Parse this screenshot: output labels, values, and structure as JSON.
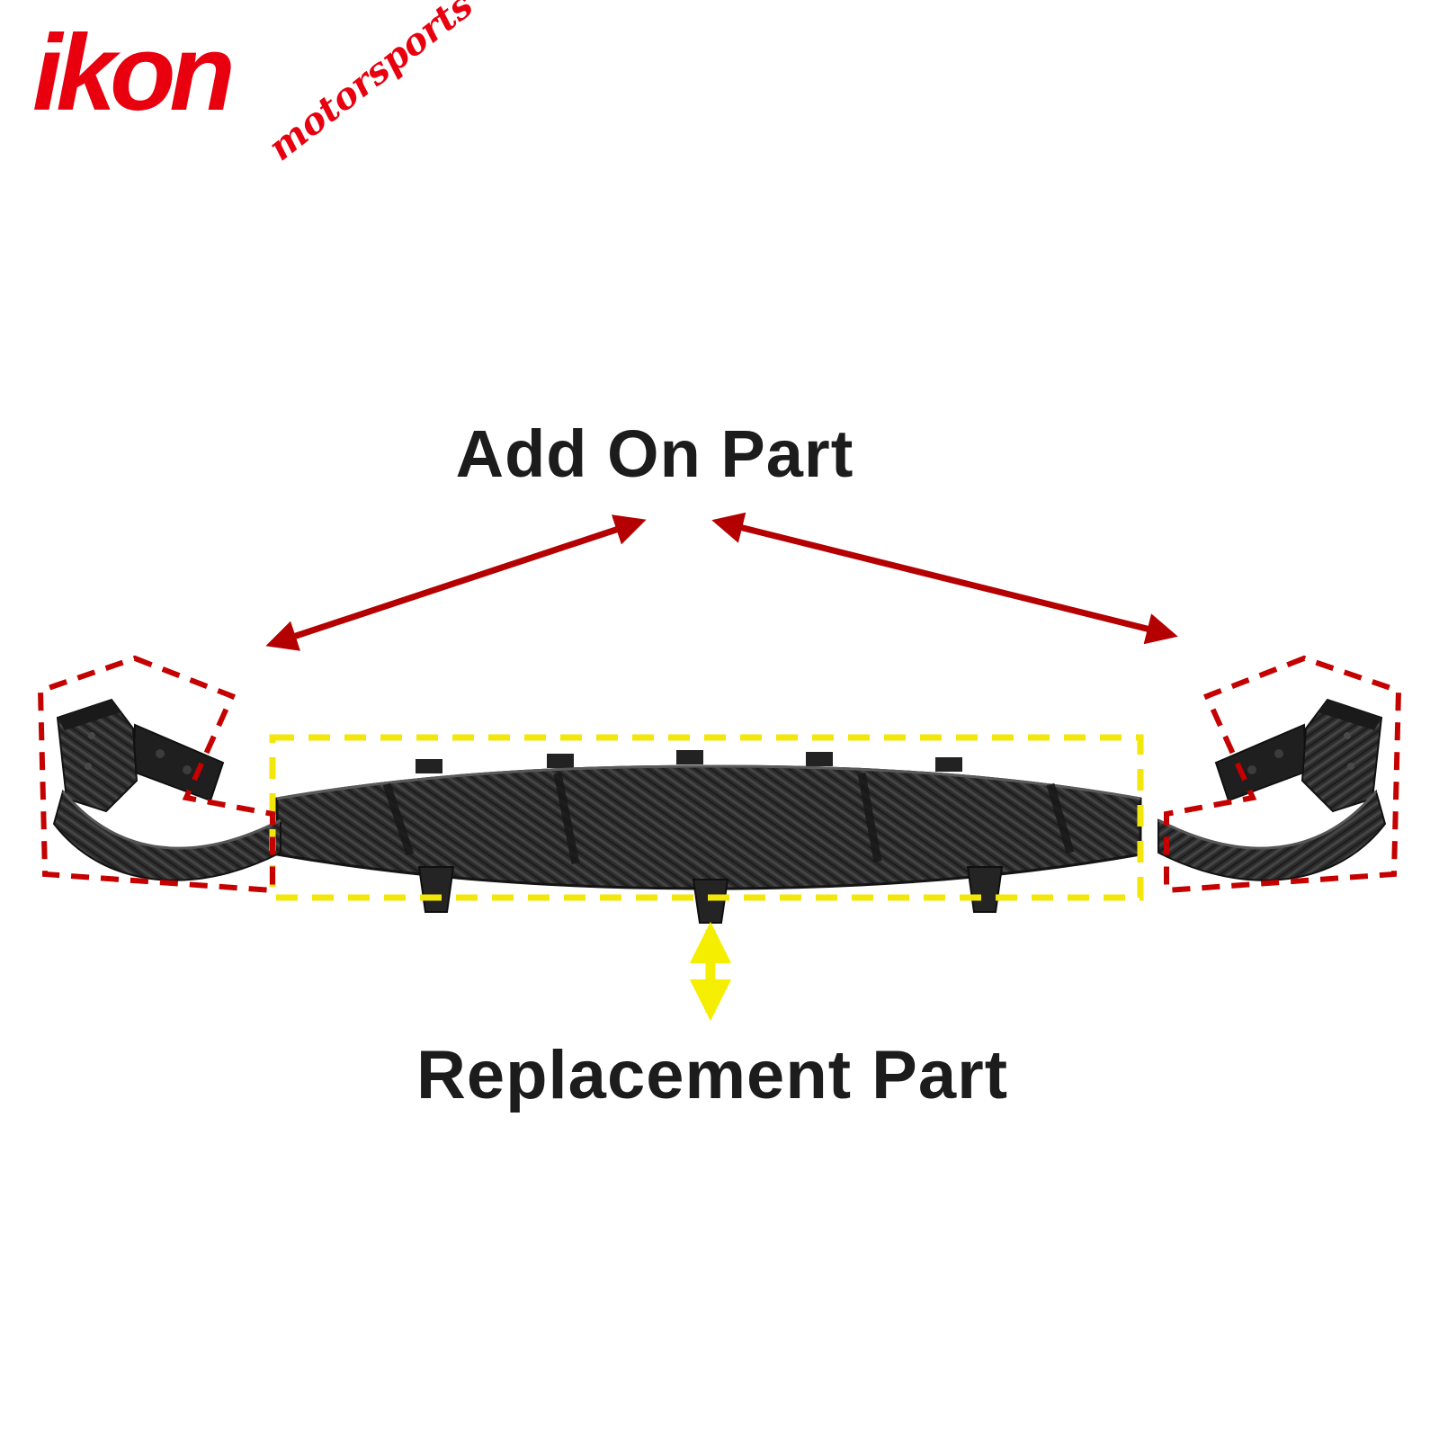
{
  "page": {
    "background": "#ffffff"
  },
  "logo": {
    "brand": "ikon",
    "subtext": "motorsports",
    "color": "#e8000f"
  },
  "labels": {
    "add_on": "Add On Part",
    "replacement": "Replacement Part"
  },
  "annotations": {
    "add_on_outline_color": "#c40000",
    "add_on_arrow_color": "#b40000",
    "replacement_outline_color": "#f2e60a",
    "replacement_arrow_color": "#f5ee00",
    "label_color": "#1c1c1c"
  },
  "product": {
    "body_color": "#2d2d2d",
    "finish": "carbon-fiber"
  }
}
